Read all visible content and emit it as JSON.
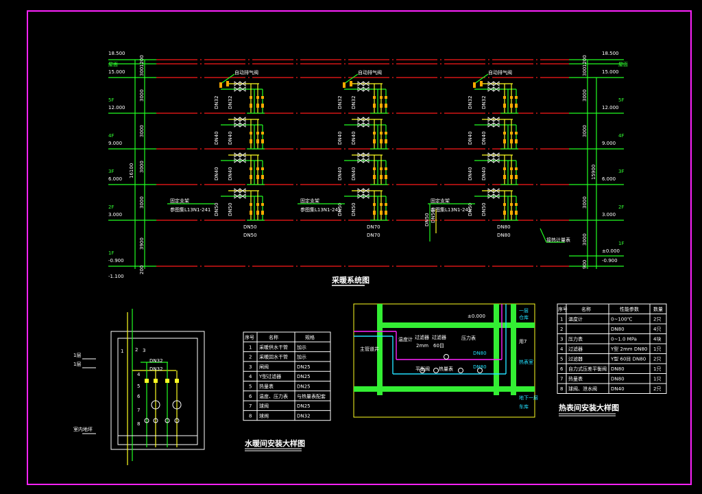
{
  "colors": {
    "frame": "#ff22ff",
    "floor_line": "#ff1a1a",
    "supply": "#ffff22",
    "return": "#22ff22",
    "text": "#ffffff",
    "cyan": "#22e0ff"
  },
  "system": {
    "title": "采暖系统图",
    "levels_left": [
      "18.500",
      "15.000",
      "12.000",
      "9.000",
      "6.000",
      "3.000",
      "-0.900",
      "-1.100"
    ],
    "levels_right": [
      "18.500",
      "15.000",
      "12.000",
      "9.000",
      "6.000",
      "3.000",
      "±0.000",
      "-0.900"
    ],
    "floor_tags": [
      "屋面",
      "5F",
      "4F",
      "3F",
      "2F",
      "1F",
      "1F"
    ],
    "dims_left": [
      "1200",
      "300",
      "3000",
      "3000",
      "3000",
      "3000",
      "3900",
      "200",
      "16100"
    ],
    "dims_right": [
      "1200",
      "300",
      "3000",
      "3000",
      "3000",
      "3000",
      "900",
      "15900"
    ],
    "air_vent": "自动排气阀",
    "support_label": "固定支架",
    "support_ref": "参图集L13N1-241",
    "groups": [
      {
        "dn": [
          "DN32",
          "DN40",
          "DN40",
          "DN50"
        ],
        "bottom": [
          "DN50",
          "DN50"
        ]
      },
      {
        "dn": [
          "DN32",
          "DN40",
          "DN40",
          "DN50"
        ],
        "bottom": [
          "DN70",
          "DN70"
        ]
      },
      {
        "dn": [
          "DN32",
          "DN40",
          "DN40",
          "DN50"
        ],
        "bottom": [
          "DN80",
          "DN80"
        ]
      }
    ],
    "riser_dn": "DN50",
    "meter_note": "接热计量表"
  },
  "water_room": {
    "title": "水暖间安装大样图",
    "labels": [
      "1层",
      "1层",
      "室内地坪"
    ],
    "pipe_dn": [
      "DN32",
      "DN32"
    ],
    "callouts": [
      "1",
      "2",
      "3",
      "4",
      "5",
      "6",
      "7",
      "8"
    ],
    "table": {
      "headers": [
        "序号",
        "名称",
        "规格"
      ],
      "rows": [
        [
          "1",
          "采暖供水干管",
          "加示"
        ],
        [
          "2",
          "采暖回水干管",
          "加示"
        ],
        [
          "3",
          "闸阀",
          "DN25"
        ],
        [
          "4",
          "Y型过滤器",
          "DN25"
        ],
        [
          "5",
          "热量表",
          "DN25"
        ],
        [
          "6",
          "温度、压力表",
          "与热量表配套"
        ],
        [
          "7",
          "球阀",
          "DN25"
        ],
        [
          "8",
          "球阀",
          "DN32"
        ]
      ]
    }
  },
  "heat_room": {
    "title": "热表间安装大样图",
    "labels": {
      "level": "±0.000",
      "floor1": "一层",
      "floor1_room": "仓库",
      "main": "主管道井",
      "room7": "用7",
      "meter_room": "热表室",
      "basement": "地下一层",
      "basement_room": "车库",
      "thermo": "温度计",
      "filter1": "过滤器",
      "filter1_spec": "2mm",
      "filter2": "过滤器",
      "filter2_spec": "60目",
      "gauge": "压力表",
      "balance": "平衡阀",
      "meter": "热量表",
      "dn1": "DN80",
      "dn2": "DN80"
    },
    "table": {
      "headers": [
        "序号",
        "名称",
        "性能参数",
        "数量"
      ],
      "rows": [
        [
          "1",
          "温度计",
          "0~100℃",
          "2只"
        ],
        [
          "2",
          "",
          "DN80",
          "4只"
        ],
        [
          "3",
          "压力表",
          "0~1.0 MPa",
          "4块"
        ],
        [
          "4",
          "过滤器",
          "Y型 2mm DN80",
          "1只"
        ],
        [
          "5",
          "过滤器",
          "Y型 60目 DN80",
          "2只"
        ],
        [
          "6",
          "自力式压差平衡阀",
          "DN80",
          "1只"
        ],
        [
          "7",
          "热量表",
          "DN80",
          "1只"
        ],
        [
          "8",
          "球阀、泄水阀",
          "DN40",
          "2只"
        ]
      ]
    }
  }
}
